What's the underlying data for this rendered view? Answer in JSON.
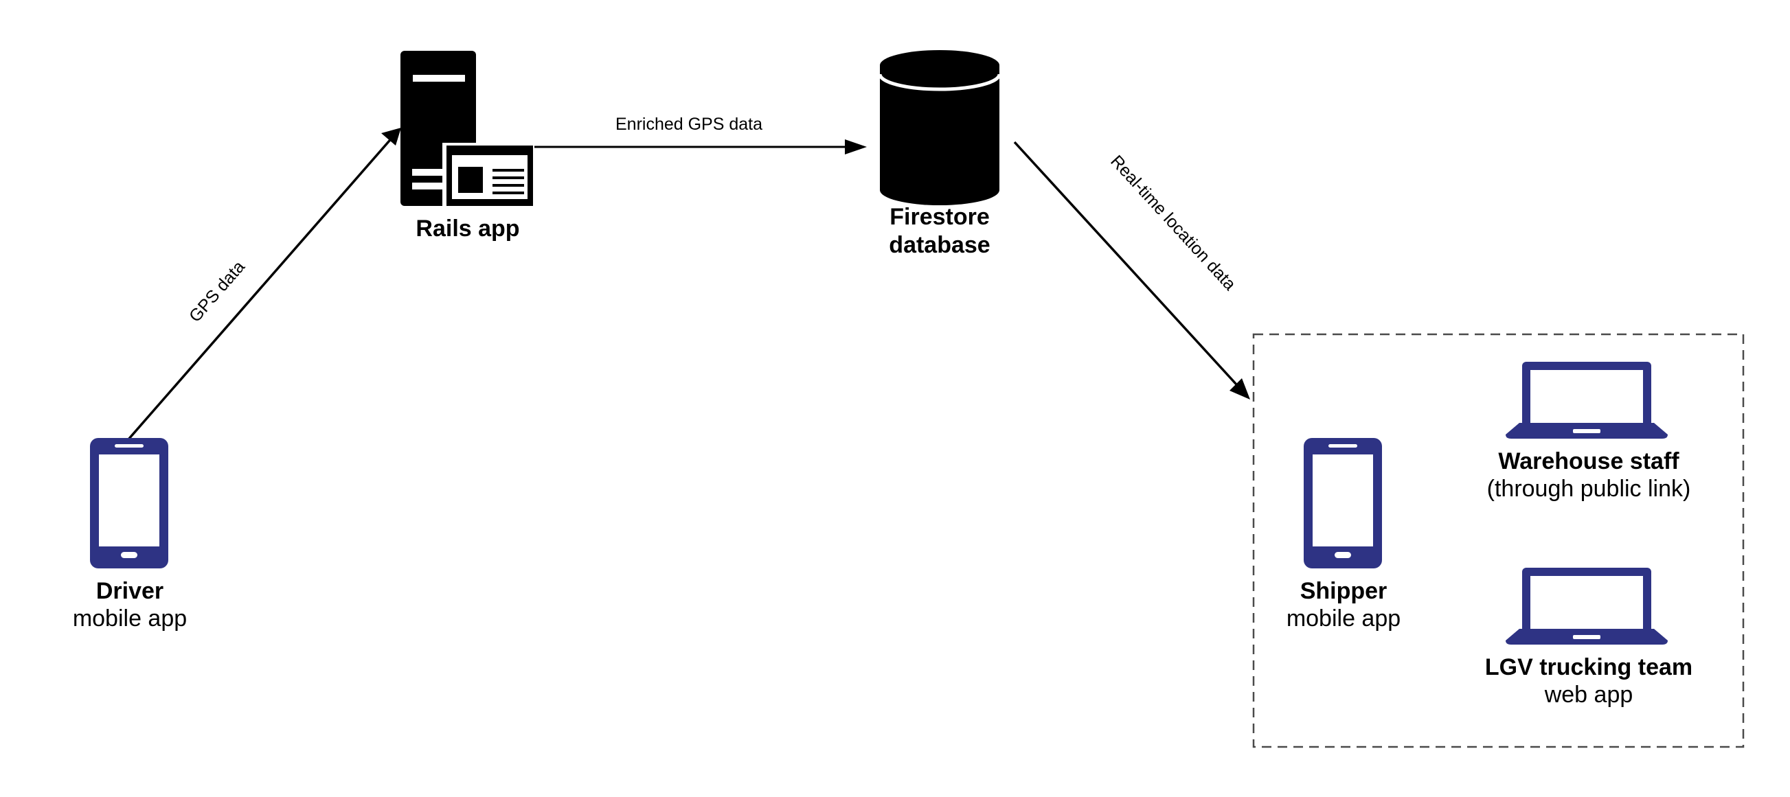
{
  "colors": {
    "device_fill": "#2e3384",
    "server_fill": "#000000",
    "edge_stroke": "#000000",
    "group_border": "#4a4a4a",
    "background": "#ffffff"
  },
  "nodes": {
    "driver": {
      "icon": "smartphone-icon",
      "title": "Driver",
      "subtitle": "mobile app"
    },
    "rails": {
      "icon": "server-icon",
      "title": "Rails app"
    },
    "firestore": {
      "icon": "database-icon",
      "title_line1": "Firestore",
      "title_line2": "database"
    },
    "shipper": {
      "icon": "smartphone-icon",
      "title": "Shipper",
      "subtitle": "mobile app"
    },
    "warehouse": {
      "icon": "laptop-icon",
      "title": "Warehouse staff",
      "subtitle": "(through public link)"
    },
    "lgv": {
      "icon": "laptop-icon",
      "title": "LGV trucking team",
      "subtitle": "web app"
    }
  },
  "edges": {
    "gps": {
      "label": "GPS data",
      "from": "Driver",
      "to": "Rails app"
    },
    "enriched": {
      "label": "Enriched GPS data",
      "from": "Rails app",
      "to": "Firestore database"
    },
    "realtime": {
      "label": "Real-time location data",
      "from": "Firestore database",
      "to": "Clients group"
    }
  }
}
